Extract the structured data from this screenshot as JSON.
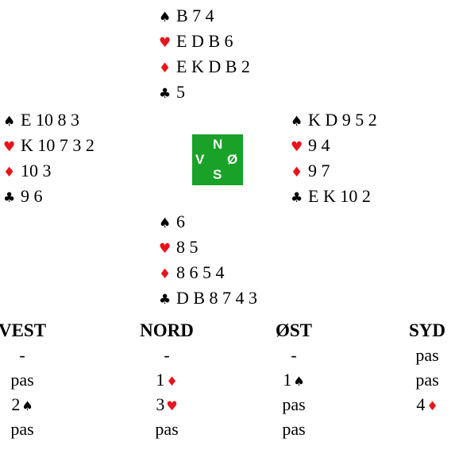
{
  "hands": {
    "north": {
      "spades": "B 7 4",
      "hearts": "E D B 6",
      "diamonds": "E K D B 2",
      "clubs": "5"
    },
    "west": {
      "spades": "E 10 8 3",
      "hearts": "K 10 7 3 2",
      "diamonds": "10 3",
      "clubs": "9 6"
    },
    "east": {
      "spades": "K D 9 5 2",
      "hearts": "9 4",
      "diamonds": "9 7",
      "clubs": "E K 10 2"
    },
    "south": {
      "spades": "6",
      "hearts": "8 5",
      "diamonds": "8 6 5 4",
      "clubs": "D B 8 7 4 3"
    }
  },
  "symbols": {
    "spades": "♠",
    "hearts": "♥",
    "diamonds": "♦",
    "clubs": "♣"
  },
  "compass": {
    "north": "N",
    "south": "S",
    "west": "V",
    "east": "Ø"
  },
  "colors": {
    "red_suit": "#e8141c",
    "black_suit": "#000000",
    "compass_bg": "#1aa128"
  },
  "bidding": {
    "headers": [
      "VEST",
      "NORD",
      "ØST",
      "SYD"
    ],
    "rows": [
      [
        {
          "text": "-"
        },
        {
          "text": "-"
        },
        {
          "text": "-"
        },
        {
          "text": "pas"
        }
      ],
      [
        {
          "text": "pas"
        },
        {
          "text": "1",
          "suit": "♦"
        },
        {
          "text": "1",
          "suit": "♠"
        },
        {
          "text": "pas"
        }
      ],
      [
        {
          "text": "2",
          "suit": "♠"
        },
        {
          "text": "3",
          "suit": "♥"
        },
        {
          "text": "pas"
        },
        {
          "text": "4",
          "suit": "♦"
        }
      ],
      [
        {
          "text": "pas"
        },
        {
          "text": "pas"
        },
        {
          "text": "pas"
        },
        {
          "text": ""
        }
      ]
    ]
  }
}
